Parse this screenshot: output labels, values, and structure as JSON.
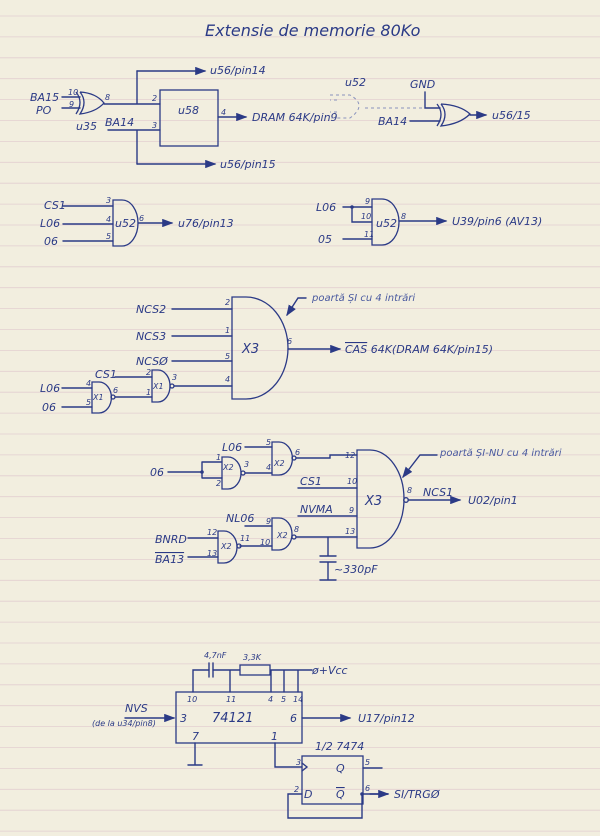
{
  "title": "Extensie de memorie 80Ko",
  "s1": {
    "ba15": "BA15",
    "po": "PO",
    "u35": "u35",
    "ba14": "BA14",
    "u58": "u58",
    "out_top": "u56/pin14",
    "out_mid": "DRAM 64K/pin9",
    "out_bot": "u56/pin15",
    "u52": "u52",
    "gnd": "GND",
    "ba14b": "BA14",
    "out_xor": "u56/15",
    "pins": [
      "10",
      "9",
      "8",
      "2",
      "3",
      "4"
    ]
  },
  "s2": {
    "a": {
      "in": [
        "CS1",
        "L06",
        "06"
      ],
      "pins": [
        "3",
        "4",
        "5",
        "6"
      ],
      "name": "u52",
      "out": "u76/pin13"
    },
    "b": {
      "in": [
        "L06",
        "05"
      ],
      "pins": [
        "9",
        "10",
        "11",
        "8"
      ],
      "name": "u52",
      "out": "U39/pin6 (AV13)"
    }
  },
  "s3": {
    "inputs": [
      "NCS2",
      "NCS3",
      "NCSØ"
    ],
    "pins": [
      "2",
      "1",
      "5",
      "4",
      "6"
    ],
    "name": "X3",
    "out_overline": "CAS",
    "out": " 64K(DRAM 64K/pin15)",
    "annotation": "poartă ȘI cu 4 intrări",
    "x1a": {
      "in": [
        "L06",
        "06"
      ],
      "pins": [
        "4",
        "5",
        "6"
      ],
      "name": "X1"
    },
    "x1b": {
      "in": [
        "CS1"
      ],
      "pins": [
        "2",
        "1",
        "3"
      ],
      "name": "X1"
    }
  },
  "s4": {
    "name": "X3",
    "annotation": "poartă ȘI-NU cu 4 intrări",
    "pins": [
      "12",
      "10",
      "9",
      "13",
      "8"
    ],
    "cs1": "CS1",
    "nvma": "NVMA",
    "ncs1": "NCS1",
    "out": "U02/pin1",
    "in06": "06",
    "l06": "L06",
    "nl06": "NL06",
    "bnrd": "BNRD",
    "ba13": "BA13",
    "x2": "X2",
    "x2a_pins": [
      "1",
      "2",
      "3"
    ],
    "x2b_pins": [
      "5",
      "4",
      "6"
    ],
    "x2c_pins": [
      "9",
      "10",
      "8"
    ],
    "x2d_pins": [
      "12",
      "13",
      "11"
    ],
    "cap": "~330pF"
  },
  "s5": {
    "chip": "74121",
    "cap": "4,7nF",
    "res": "3,3K",
    "vcc": "ø+Vcc",
    "top_pins": [
      "10",
      "11",
      "4",
      "5",
      "14"
    ],
    "pin3": "3",
    "pin6": "6",
    "pin7": "7",
    "pin1": "1",
    "nvs": "NVS",
    "nvs_note": "(de la u34/pin8)",
    "out": "U17/pin12",
    "ff": "1/2 7474",
    "q": "Q",
    "qbar": "Q",
    "d": "D",
    "ff_pins": [
      "3",
      "5",
      "2",
      "6"
    ],
    "ff_out": "SI/TRGØ"
  }
}
